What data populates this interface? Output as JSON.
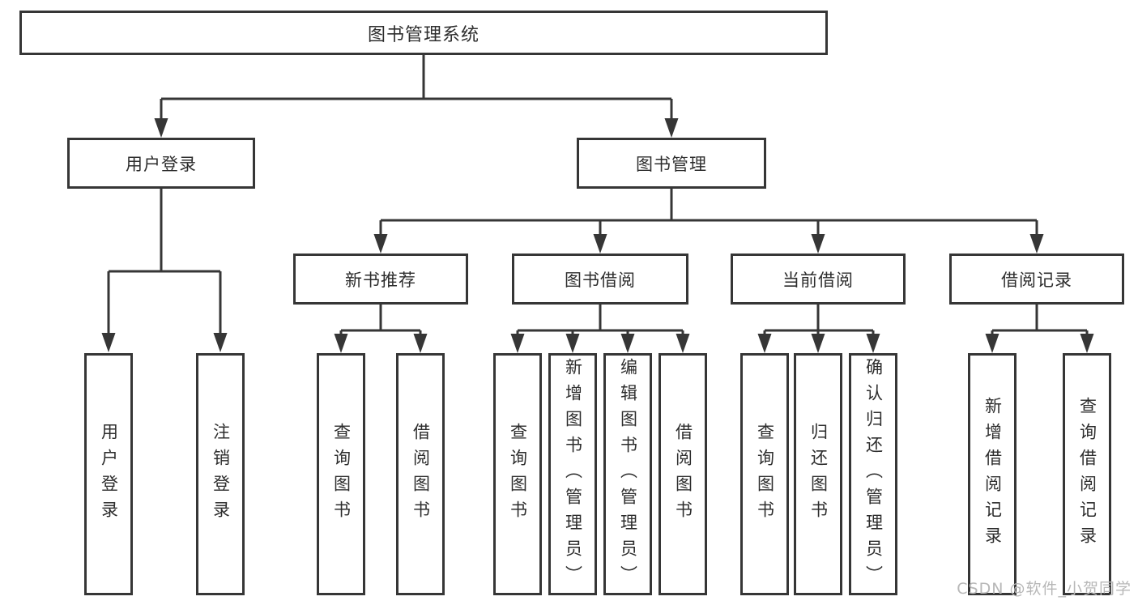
{
  "diagram": {
    "root": {
      "label": "图书管理系统"
    },
    "level2": [
      {
        "label": "用户登录"
      },
      {
        "label": "图书管理"
      }
    ],
    "level3": [
      {
        "label": "新书推荐"
      },
      {
        "label": "图书借阅"
      },
      {
        "label": "当前借阅"
      },
      {
        "label": "借阅记录"
      }
    ],
    "leaves": {
      "user_login": [
        "用户登录",
        "注销登录"
      ],
      "new_book": [
        "查询图书",
        "借阅图书"
      ],
      "book_borrow": [
        "查询图书",
        "新增图书（管理员）",
        "编辑图书（管理员）",
        "借阅图书"
      ],
      "current_borrow": [
        "查询图书",
        "归还图书",
        "确认归还（管理员）"
      ],
      "borrow_records": [
        "新增借阅记录",
        "查询借阅记录"
      ]
    }
  },
  "watermark": "CSDN @软件_小贺同学",
  "colors": {
    "line": "#363636",
    "text": "#2d2d2d",
    "watermark": "#b7b7b7"
  }
}
